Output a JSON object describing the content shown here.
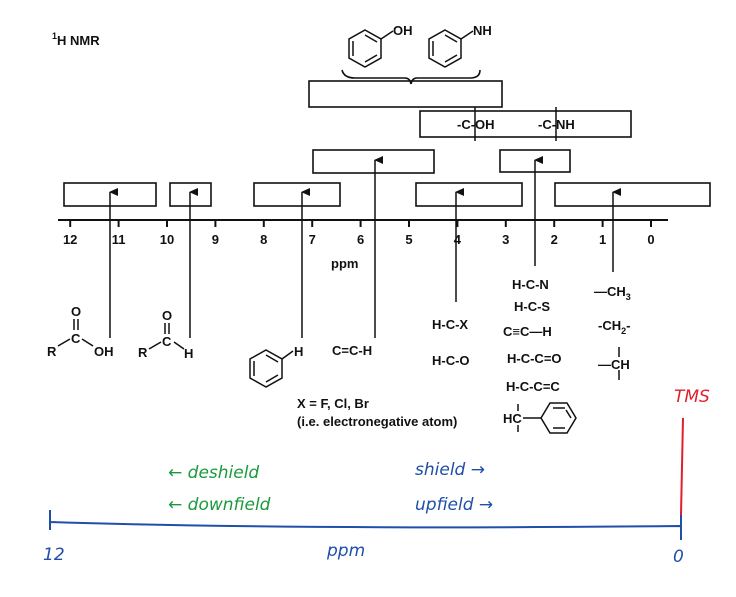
{
  "title": {
    "sup": "1",
    "text": "H NMR"
  },
  "axis": {
    "ticks": [
      "12",
      "11",
      "10",
      "9",
      "8",
      "7",
      "6",
      "5",
      "4",
      "3",
      "2",
      "1",
      "0"
    ],
    "label": "ppm"
  },
  "top_groups": {
    "phenol": "OH",
    "aniline": "NH"
  },
  "alcohol_amine": {
    "c_oh": "-C-OH",
    "c_nh": "-C-NH"
  },
  "labels": {
    "acid_o": "O",
    "acid_r": "R",
    "acid_c": "C",
    "acid_oh": "OH",
    "ald_o": "O",
    "ald_r": "R",
    "ald_c": "C",
    "ald_h": "H",
    "arom_h": "H",
    "vinyl": "C=C-H",
    "hcx": "H-C-X",
    "hco": "H-C-O",
    "x_def": "X = F, Cl, Br",
    "x_note": "(i.e. electronegative atom)",
    "hcn": "H-C-N",
    "hcs": "H-C-S",
    "alkyne": "C≡C—H",
    "hccо": "H-C-C=O",
    "hccc": "H-C-C=C",
    "benzylic": "HC",
    "ch3": "—CH",
    "ch3_sub": "3",
    "ch2": "-CH",
    "ch2_sub": "2",
    "ch2_end": "-",
    "ch": "—CH"
  },
  "handwritten": {
    "deshield": "← deshield",
    "downfield": "← downfield",
    "shield": "shield →",
    "upfield": "upfield →",
    "tms": "TMS",
    "left": "12",
    "right": "0",
    "ppm": "ppm"
  },
  "colors": {
    "green": "#1a9a3c",
    "blue": "#1f4fa8",
    "red": "#e0202a"
  }
}
